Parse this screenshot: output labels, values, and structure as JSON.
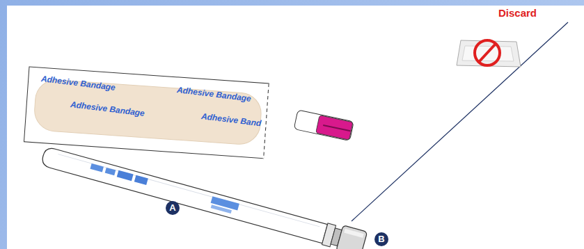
{
  "diagram": {
    "labels": [
      "Adhesive Bandage",
      "Adhesive Bandage",
      "Adhesive Bandage",
      "Adhesive Band",
      "Discard",
      "A",
      "B"
    ]
  }
}
